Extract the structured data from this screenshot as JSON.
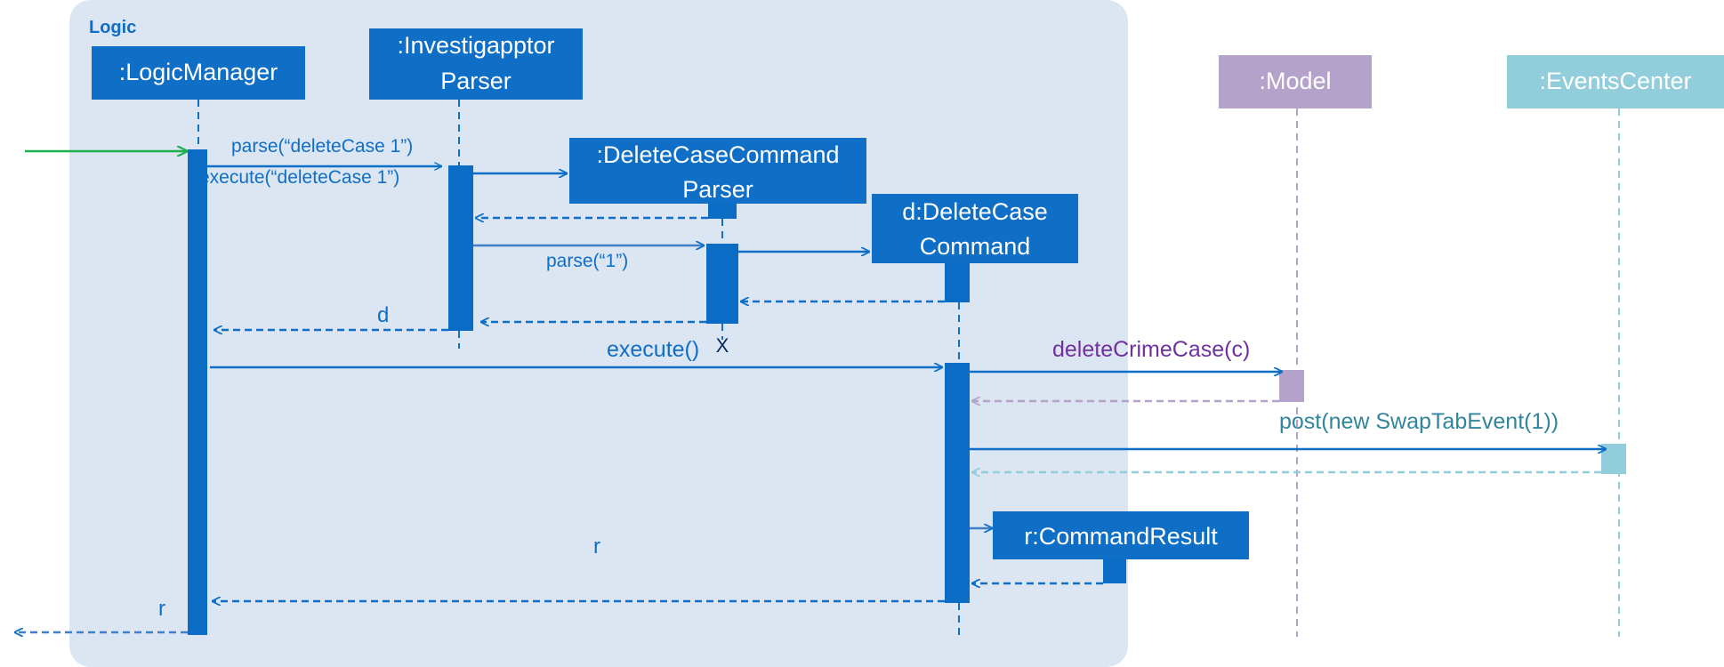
{
  "colors": {
    "frame_fill": "#dce6f2",
    "logic_blue": "#0f6ec6",
    "activation_blue": "#0a6cc4",
    "model_purple": "#b4a2ca",
    "model_text": "#7030a0",
    "events_teal": "#92cddc",
    "events_text": "#31859c",
    "initial_green": "#1ab04f"
  },
  "frame": {
    "label": "Logic"
  },
  "participants": {
    "logic_manager": ":LogicManager",
    "parser_line1": ":Investigapptor",
    "parser_line2": "Parser",
    "dc_parser_line1": ":DeleteCaseCommand",
    "dc_parser_line2": "Parser",
    "command_line1": "d:DeleteCase",
    "command_line2": "Command",
    "model": ":Model",
    "events_center": ":EventsCenter",
    "command_result": "r:CommandResult"
  },
  "messages": {
    "parse_input": "parse(“deleteCase 1”)",
    "execute_input": "execute(“deleteCase 1”)",
    "parse_arg": "parse(“1”)",
    "return_d": "d",
    "execute": "execute()",
    "delete_crime_case": "deleteCrimeCase(c)",
    "post_event": "post(new SwapTabEvent(1))",
    "return_r_mid": "r",
    "return_r_out": "r",
    "destroy_mark": "X"
  }
}
